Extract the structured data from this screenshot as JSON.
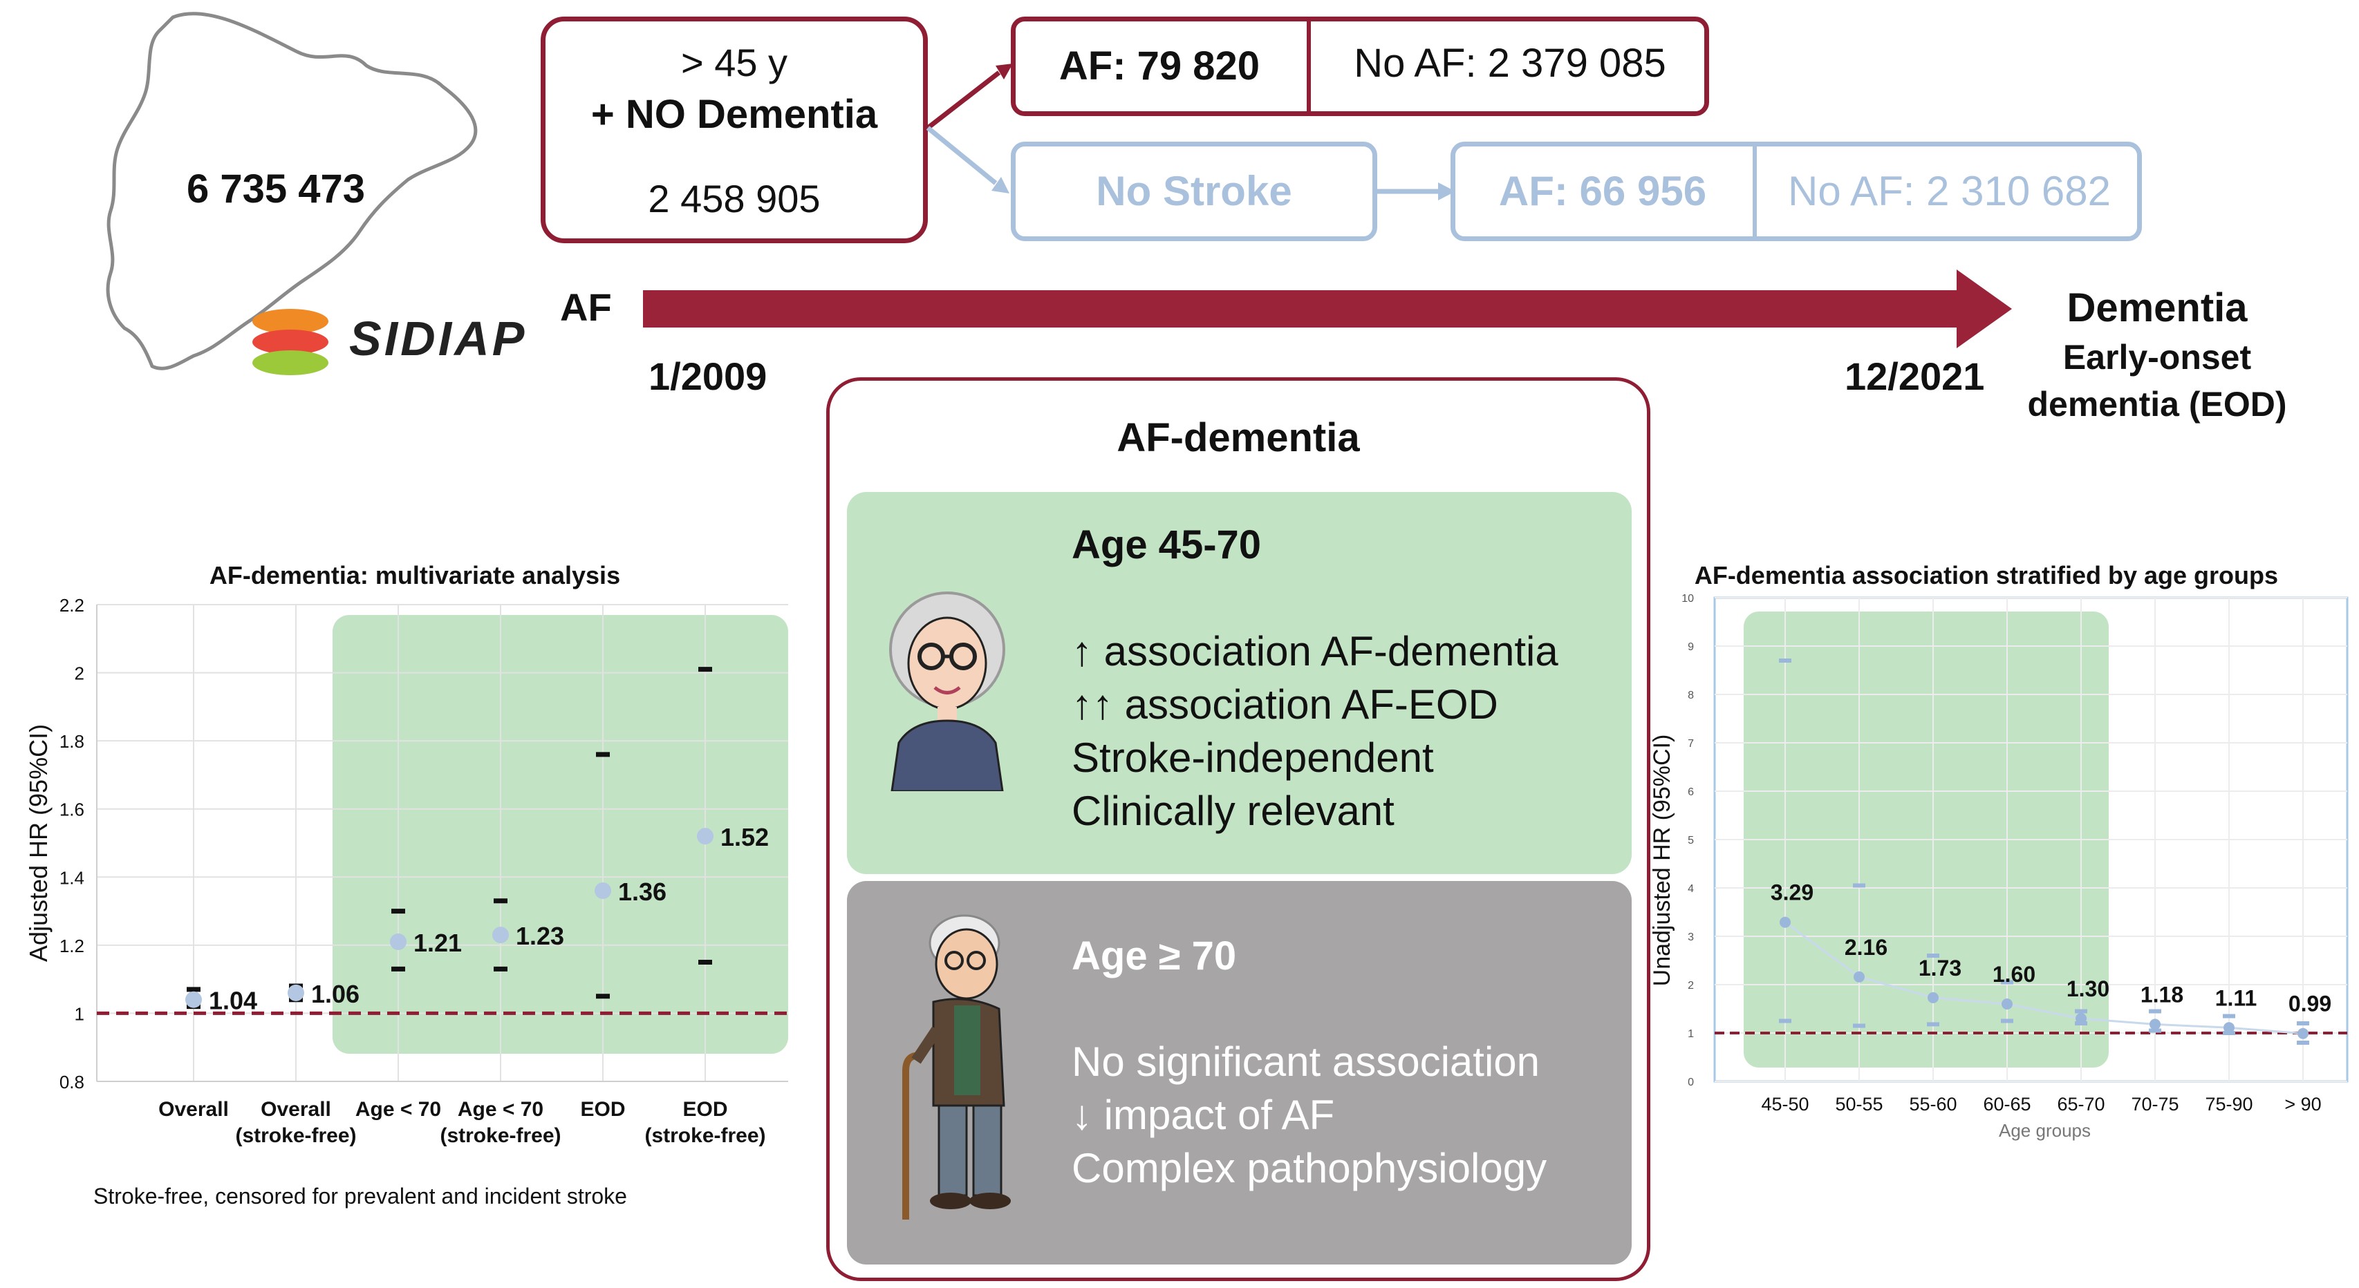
{
  "population": {
    "count": "6 735 473",
    "logo_text": "SIDIAP"
  },
  "cohort": {
    "age": ">  45 y",
    "criterion": "+ NO Dementia",
    "count": "2 458 905"
  },
  "af_split": {
    "af": "AF: 79 820",
    "no_af": "No AF: 2 379 085"
  },
  "stroke_split": {
    "label": "No Stroke",
    "af": "AF: 66 956",
    "no_af": "No AF: 2 310 682"
  },
  "timeline": {
    "exposure": "AF",
    "start": "1/2009",
    "end": "12/2021",
    "outcome": "Dementia",
    "outcome_sub1": "Early-onset",
    "outcome_sub2": "dementia (EOD)"
  },
  "center_panel": {
    "title": "AF-dementia",
    "young": {
      "heading": "Age 45-70",
      "lines": [
        "↑ association AF-dementia",
        "↑↑  association AF-EOD",
        "Stroke-independent",
        "Clinically relevant"
      ]
    },
    "old": {
      "heading": "Age ≥ 70",
      "lines": [
        "No significant association",
        "↓ impact of AF",
        "Complex pathophysiology"
      ]
    }
  },
  "colors": {
    "maroon": "#8f1d33",
    "pale_blue": "#a9c1dc",
    "green_panel": "#c3e3c5",
    "gray_panel": "#a7a5a5",
    "point": "#b3c6e2"
  },
  "chart_data": [
    {
      "type": "scatter",
      "title": "AF-dementia: multivariate analysis",
      "ylabel": "Adjusted HR (95%CI)",
      "xlabel": "",
      "ylim": [
        0.8,
        2.2
      ],
      "yticks": [
        "0.8",
        "1",
        "1.2",
        "1.4",
        "1.6",
        "1.8",
        "2",
        "2.2"
      ],
      "grid": true,
      "reference_line": 1,
      "categories": [
        [
          "Overall",
          ""
        ],
        [
          "Overall",
          "(stroke-free)"
        ],
        [
          "Age < 70",
          ""
        ],
        [
          "Age < 70",
          "(stroke-free)"
        ],
        [
          "EOD",
          ""
        ],
        [
          "EOD",
          "(stroke-free)"
        ]
      ],
      "values": [
        1.04,
        1.06,
        1.21,
        1.23,
        1.36,
        1.52
      ],
      "value_labels": [
        "1.04",
        "1.06",
        "1.21",
        "1.23",
        "1.36",
        "1.52"
      ],
      "ci_low": [
        1.02,
        1.04,
        1.13,
        1.13,
        1.05,
        1.15
      ],
      "ci_high": [
        1.07,
        1.08,
        1.3,
        1.33,
        1.76,
        2.01
      ],
      "highlight_from_index": 2,
      "footnote": "Stroke-free, censored for prevalent and incident stroke"
    },
    {
      "type": "scatter",
      "title": "AF-dementia association stratified by age groups",
      "ylabel": "Unadjusted HR (95%CI)",
      "xlabel": "Age groups",
      "ylim": [
        0,
        10
      ],
      "yticks": [
        "0",
        "1",
        "2",
        "3",
        "4",
        "5",
        "6",
        "7",
        "8",
        "9",
        "10"
      ],
      "grid": true,
      "reference_line": 1,
      "categories": [
        "45-50",
        "50-55",
        "55-60",
        "60-65",
        "65-70",
        "70-75",
        "75-90",
        "> 90"
      ],
      "values": [
        3.29,
        2.16,
        1.73,
        1.6,
        1.3,
        1.18,
        1.11,
        0.99
      ],
      "value_labels": [
        "3.29",
        "2.16",
        "1.73",
        "1.60",
        "1.30",
        "1.18",
        "1.11",
        "0.99"
      ],
      "ci_low": [
        1.25,
        1.15,
        1.18,
        1.25,
        1.2,
        1.05,
        1.0,
        0.8
      ],
      "ci_high": [
        8.7,
        4.05,
        2.6,
        2.05,
        1.45,
        1.45,
        1.35,
        1.2
      ],
      "highlight_to_index": 4
    }
  ]
}
